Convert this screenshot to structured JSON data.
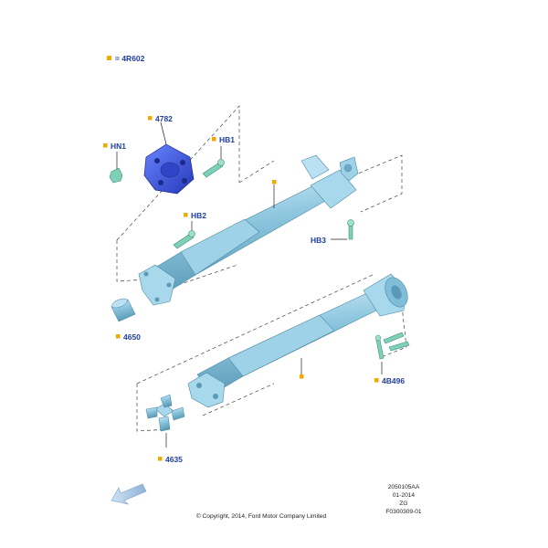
{
  "legend": {
    "marker_color": "#f2a900",
    "text": "= 4R602"
  },
  "labels": {
    "p4782": "4782",
    "hn1": "HN1",
    "hb1": "HB1",
    "hb2": "HB2",
    "hb3": "HB3",
    "p4650": "4650",
    "p4b496": "4B496",
    "p4635": "4635"
  },
  "info": {
    "line1": "2050105AA",
    "line2": "01-2014",
    "line3": "ZG",
    "line4": "F0300309-01"
  },
  "copyright": "© Copyright, 2014, Ford Motor Company Limited",
  "colors": {
    "label": "#1f3f9e",
    "part": "#8ec7df",
    "coupling": "#3650d6",
    "marker": "#f2a900"
  },
  "icons": {
    "navigation": "arrow-icon"
  }
}
